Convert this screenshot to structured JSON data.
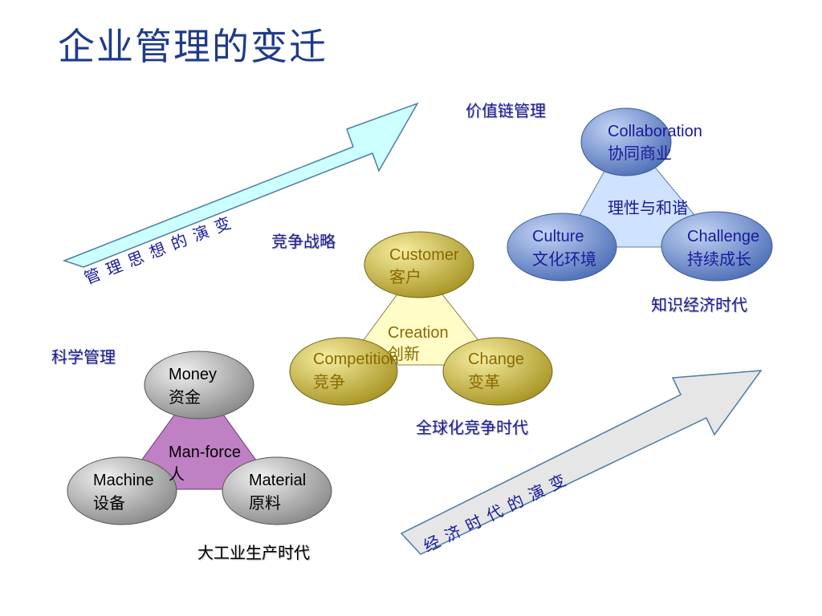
{
  "title": "企业管理的变迁",
  "arrows": {
    "top_text": "管理思想的演变",
    "bottom_text": "经济时代的演变"
  },
  "value_chain": {
    "heading": "价值链管理",
    "center": "理性与和谐",
    "era": "知识经济时代",
    "top": {
      "en": "Collaboration",
      "zh": "协同商业"
    },
    "left": {
      "en": "Culture",
      "zh": "文化环境"
    },
    "right": {
      "en": "Challenge",
      "zh": "持续成长"
    }
  },
  "competition": {
    "heading": "竞争战略",
    "center_en": "Creation",
    "center_zh": "创新",
    "era": "全球化竞争时代",
    "top": {
      "en": "Customer",
      "zh": "客户"
    },
    "left": {
      "en": "Competition",
      "zh": "竞争"
    },
    "right": {
      "en": "Change",
      "zh": "变革"
    }
  },
  "scientific": {
    "heading": "科学管理",
    "center_en": "Man-force",
    "center_zh": "人",
    "era": "大工业生产时代",
    "top": {
      "en": "Money",
      "zh": "资金"
    },
    "left": {
      "en": "Machine",
      "zh": "设备"
    },
    "right": {
      "en": "Material",
      "zh": "原料"
    }
  },
  "colors": {
    "blue_ellipse": "#6f8fcf",
    "blue_triangle": "#cfe2ff",
    "gold_ellipse": "#c9b948",
    "gold_triangle": "#fffcc8",
    "gray_ellipse": "#a9a9a9",
    "purple_triangle": "#c080c4",
    "arrow_top": "#ccffff",
    "arrow_bottom": "#e6e6e6"
  }
}
